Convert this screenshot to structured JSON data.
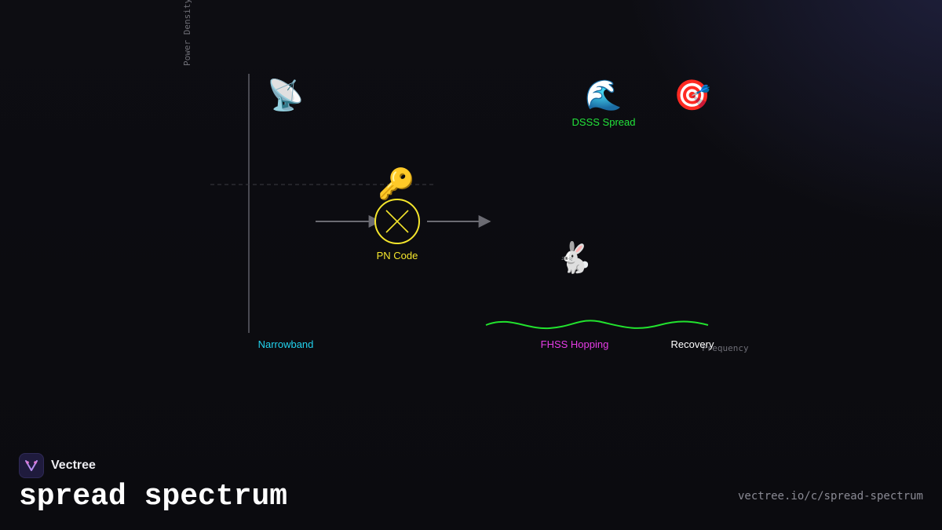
{
  "axes": {
    "y_label": "Power Density",
    "x_label": "Frequency"
  },
  "nodes": {
    "narrowband": {
      "label": "Narrowband",
      "icon": "satellite-antenna-icon",
      "glyph": "📡",
      "color": "#22d3ee"
    },
    "pn_code": {
      "label": "PN Code",
      "icon": "key-icon",
      "glyph": "🔑",
      "color": "#f5e62c"
    },
    "dsss": {
      "label": "DSSS Spread",
      "icon": "water-wave-icon",
      "glyph": "🌊",
      "color": "#22e33a"
    },
    "fhss": {
      "label": "FHSS Hopping",
      "icon": "rabbit-icon",
      "glyph": "🐇",
      "color": "#e63ce6"
    },
    "recovery": {
      "label": "Recovery",
      "icon": "target-icon",
      "glyph": "🎯",
      "color": "#ffffff"
    }
  },
  "colors": {
    "axis": "#4a4a52",
    "arrow": "#6b6b72",
    "wave": "#22e32e",
    "mixer": "#f5e62c"
  },
  "brand": {
    "name": "Vectree",
    "title": "spread spectrum",
    "url": "vectree.io/c/spread-spectrum"
  }
}
